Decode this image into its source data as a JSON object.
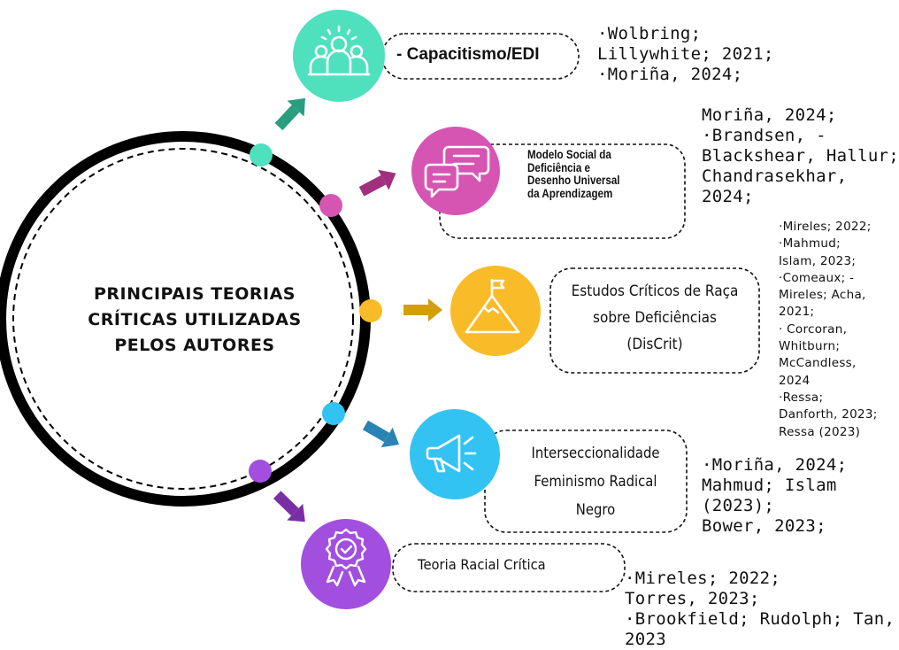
{
  "center": {
    "lines": [
      "PRINCIPAIS TEORIAS",
      "CRÍTICAS UTILIZADAS",
      "PELOS AUTORES"
    ]
  },
  "colors": {
    "teal": "#4fe0be",
    "magenta": "#d755b2",
    "yellow": "#f9bb28",
    "blue": "#33c3f3",
    "purple": "#a24fe0",
    "arrow_teal": "#2a9d80",
    "arrow_magenta": "#a0307e",
    "arrow_yellow": "#d39e08",
    "arrow_blue": "#2a83b3",
    "arrow_purple": "#7a2ea3"
  },
  "branches": [
    {
      "id": "capacitismo",
      "icon": "people-group-icon",
      "label_lines": [
        "-  Capacitismo/EDI"
      ],
      "refs": [
        "·Wolbring;",
        "Lillywhite; 2021;",
        "·Moriña, 2024;"
      ]
    },
    {
      "id": "modelo-social",
      "icon": "chat-bubbles-icon",
      "label_lines": [
        "Modelo Social da",
        "Deficiência e",
        "Desenho Universal",
        "da Aprendizagem"
      ],
      "refs": [
        "Moriña, 2024;",
        "·Brandsen, -",
        "Blackshear, Hallur;",
        "Chandrasekhar,",
        "2024;"
      ]
    },
    {
      "id": "discrit",
      "icon": "mountain-flag-icon",
      "label_lines": [
        "Estudos Críticos de Raça",
        "sobre Deficiências",
        "(DisCrit)"
      ],
      "refs": [
        "·Mireles; 2022;",
        "·Mahmud;",
        "Islam, 2023;",
        "·Comeaux; -",
        "Mireles; Acha,",
        "2021;",
        "· Corcoran,",
        "Whitburn;",
        "McCandless,",
        "2024",
        "·Ressa;",
        "Danforth, 2023;",
        "Ressa (2023)"
      ]
    },
    {
      "id": "interseccionalidade",
      "icon": "megaphone-icon",
      "label_lines": [
        "Interseccionalidade",
        "Feminismo Radical",
        "Negro"
      ],
      "refs": [
        "·Moriña, 2024;",
        "Mahmud; Islam",
        "(2023);",
        "Bower, 2023;"
      ]
    },
    {
      "id": "teoria-racial",
      "icon": "award-badge-icon",
      "label_lines": [
        "Teoria Racial Crítica"
      ],
      "refs": [
        "·Mireles; 2022;",
        "Torres, 2023;",
        "·Brookfield; Rudolph; Tan,",
        "2023"
      ]
    }
  ]
}
